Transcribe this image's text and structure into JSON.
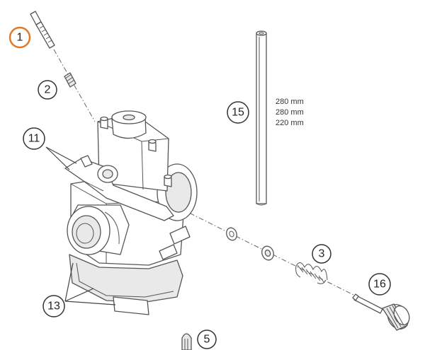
{
  "callouts": [
    {
      "id": "c1",
      "label": "1"
    },
    {
      "id": "c2",
      "label": "2"
    },
    {
      "id": "c3",
      "label": "3"
    },
    {
      "id": "c5",
      "label": "5"
    },
    {
      "id": "c11",
      "label": "11"
    },
    {
      "id": "c13",
      "label": "13"
    },
    {
      "id": "c15",
      "label": "15"
    },
    {
      "id": "c16",
      "label": "16"
    }
  ],
  "tube_lengths": [
    "280 mm",
    "280 mm",
    "220 mm"
  ],
  "colors": {
    "highlight": "#e07a2a",
    "line": "#555555",
    "shade": "#e9e9e9"
  }
}
